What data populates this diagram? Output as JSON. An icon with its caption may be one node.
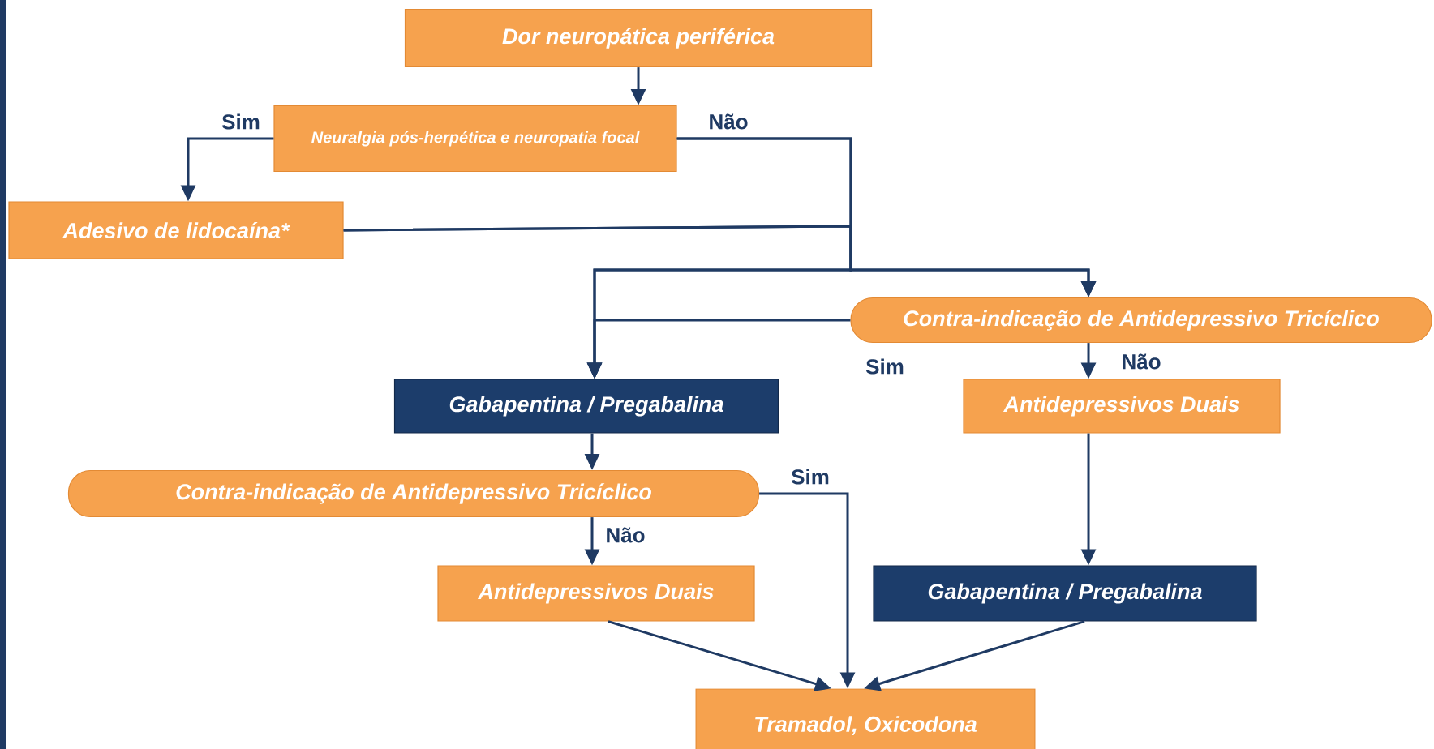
{
  "diagram": {
    "nodes": [
      {
        "text": [
          "Dor neuropática periférica"
        ]
      },
      {
        "text": [
          "Neuralgia pós-herpética e neuropatia focal"
        ]
      },
      {
        "text": [
          "Adesivo de lidocaína*"
        ]
      },
      {
        "text": [
          "Contra-indicação de Antidepressivo Tricíclico"
        ]
      },
      {
        "text": [
          "Gabapentina / Pregabalina"
        ]
      },
      {
        "text": [
          "Antidepressivos Duais"
        ]
      },
      {
        "text": [
          "Contra-indicação de Antidepressivo Tricíclico"
        ]
      },
      {
        "text": [
          "Antidepressivos Duais"
        ]
      },
      {
        "text": [
          "Gabapentina / Pregabalina"
        ]
      },
      {
        "text": [
          "Tramadol, Oxicodona"
        ]
      }
    ],
    "edges": [
      {
        "from": 0,
        "to": 1,
        "arrow": "to"
      },
      {
        "from": 1,
        "to": 2,
        "arrow": "to",
        "label": "Sim"
      },
      {
        "from": 1,
        "to": 4,
        "arrow": "to",
        "label": "Não"
      },
      {
        "from": 1,
        "to": 3,
        "arrow": "to"
      },
      {
        "from": 2,
        "to": 4,
        "arrow": "to"
      },
      {
        "from": 2,
        "to": 3,
        "arrow": "to"
      },
      {
        "from": 3,
        "to": 4,
        "arrow": "to",
        "label": "Sim"
      },
      {
        "from": 3,
        "to": 5,
        "arrow": "to",
        "label": "Não"
      },
      {
        "from": 4,
        "to": 6,
        "arrow": "to"
      },
      {
        "from": 6,
        "to": 7,
        "arrow": "to",
        "label": "Não"
      },
      {
        "from": 6,
        "to": 9,
        "arrow": "to",
        "label": "Sim"
      },
      {
        "from": 5,
        "to": 8,
        "arrow": "to"
      },
      {
        "from": 7,
        "to": 9,
        "arrow": "to"
      },
      {
        "from": 8,
        "to": 9,
        "arrow": "to"
      }
    ]
  }
}
